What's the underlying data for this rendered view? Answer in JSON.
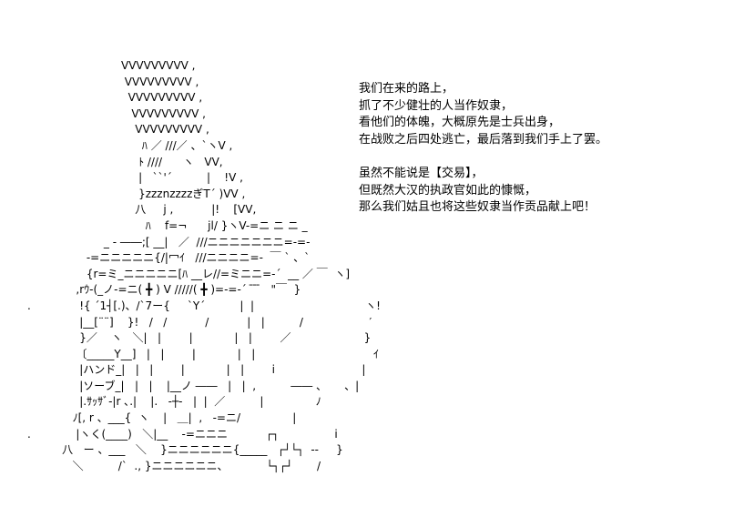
{
  "dialogue": {
    "paragraph1": [
      "我们在来的路上，",
      "抓了不少健壮的人当作奴隶，",
      "看他们的体魄，大概原先是士兵出身，",
      "在战败之后四处逃亡，最后落到我们手上了罢。"
    ],
    "paragraph2": [
      "虽然不能说是【交易】，",
      "但既然大汉的执政官如此的慷慨，",
      "那么我们姑且也将这些奴隶当作贡品献上吧！"
    ]
  },
  "ascii_art": {
    "lines": [
      "                           VVVVVVVVV ,",
      "                            VVVVVVVVV ,",
      "                             VVVVVVVVV ,",
      "                              VVVVVVVVV ,",
      "                               VVVVVVVVV ,",
      "                                 ﾊ ／ ///／ 、`ヽV ,",
      "                                ﾄ ////      ヽ   VV,",
      "                                |   ``'´          |    !V ,",
      "                                }zzznzzzzぎT´ )VV ,",
      "                               八     j ,           |!    [VV,",
      "                                  ﾊ    f=¬      jl/ }ヽV-=ニ ニ ニ _",
      "                      _ - ――;[ __|   ／  ///ニニニニニニニ=-=-",
      "                 -=ニニニニニ{/|冖ｲ   ///ニニニニ=-  ￣ ` 、`",
      "                 {r=ミ_ニニニニニ[ﾊ __レ//=ミニニ=-´  __ ／ ￣  ヽ]",
      "              ,rｳ-(_ノ-=ニ( ╋ ) V /////( ╋ )=-=-´  ̄ ̄ ̄   \"￣  }",
      ".              !{ ´1┤[.)、/`7ー{     `Y´          |  |                                ヽ!",
      "               |__[¨¨]    }!   /   /           /           |   |          /                   ′",
      "               }／    ヽ   ＼|   |        |            |   |        ／                     }",
      "              〔_____Y__]   |   |        |            |   |                                  ｲ",
      "               |ハンド_|   |   |        |            |   |        i                         |",
      "               |ソーブ_|   |   |    |__ノ ――   |   |  ,          ―― 、     、|",
      "               |.ｻｯｻﾞ-|r ､.|    |.   -┼-   |  |  ／          |               ﾉ",
      "             ﾉ[, r 、___{  ヽ    |   ＿|  ,   -=ニ/               |",
      ".             |ヽく(____)   ＼|__    -=ニニニ           ┌┐                i",
      "          八   ー 、___   ＼    }ニニニニニニ{_____   ┌┘└┐  -‐     }",
      "             ＼          /`  ., }ニニニニニニ、           └┐┌┘       /"
    ]
  }
}
